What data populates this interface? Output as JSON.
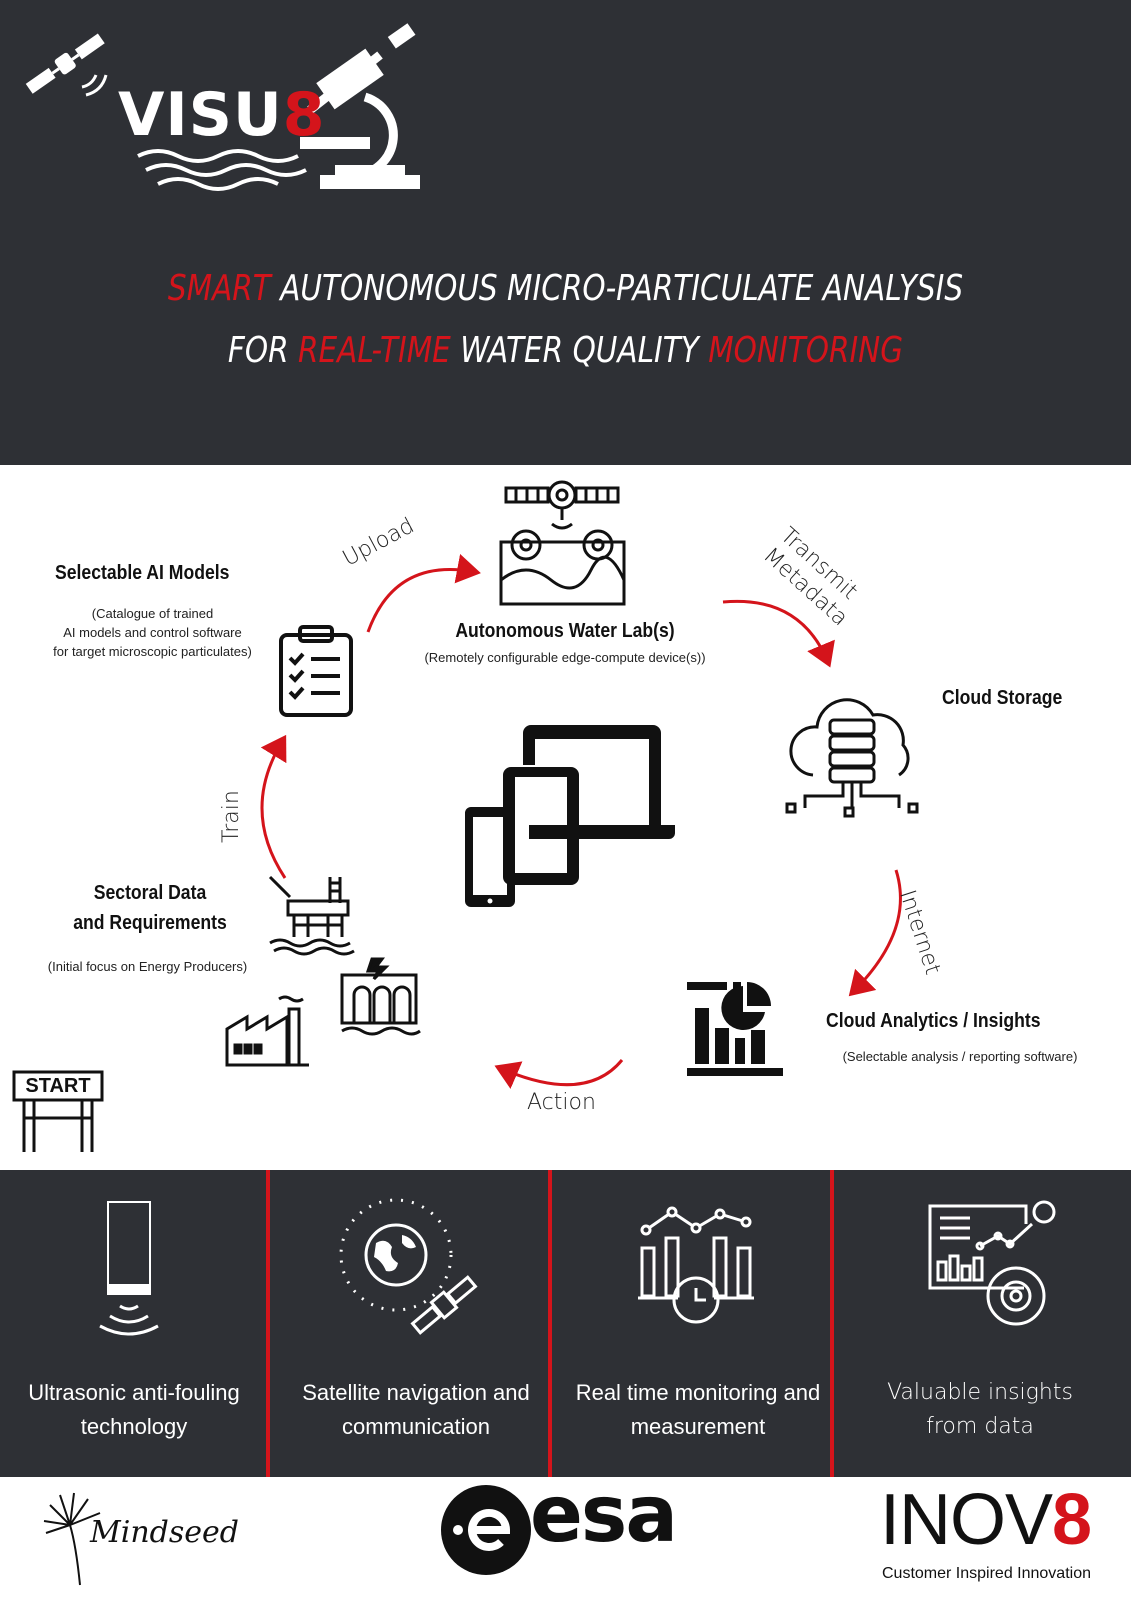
{
  "header": {
    "brand": "VISU",
    "brand_digit": "8",
    "headline_line1": {
      "red": "SMART",
      "white": " AUTONOMOUS MICRO-PARTICULATE ANALYSIS"
    },
    "headline_line2": {
      "white1": "FOR ",
      "red1": "REAL-TIME",
      "white2": " WATER QUALITY ",
      "red2": "MONITORING"
    }
  },
  "cycle": {
    "models": {
      "title": "Selectable AI Models",
      "sub1": "(Catalogue of trained",
      "sub2": "AI models and control software",
      "sub3": "for target microscopic particulates)"
    },
    "waterlab": {
      "title": "Autonomous Water Lab(s)",
      "sub": "(Remotely configurable edge-compute device(s))"
    },
    "storage": {
      "title": "Cloud Storage"
    },
    "analytics": {
      "title": "Cloud Analytics / Insights",
      "sub": "(Selectable analysis / reporting software)"
    },
    "sectoral": {
      "title1": "Sectoral Data",
      "title2": "and Requirements",
      "sub": "(Initial focus on Energy Producers)"
    },
    "start": "START",
    "arrows": {
      "upload": "Upload",
      "transmit": "Transmit",
      "metadata": "Metadata",
      "internet": "Internet",
      "action": "Action",
      "train": "Train"
    }
  },
  "features": [
    {
      "line1": "Ultrasonic anti-fouling",
      "line2": "technology",
      "icon": "ultrasonic-icon"
    },
    {
      "line1": "Satellite navigation and",
      "line2": "communication",
      "icon": "satellite-globe-icon"
    },
    {
      "line1": "Real time monitoring and",
      "line2": "measurement",
      "icon": "realtime-chart-icon"
    },
    {
      "line1": "Valuable insights",
      "line2": "from data",
      "icon": "insights-dashboard-icon"
    }
  ],
  "footer": {
    "mindseed": "Mindseed",
    "esa": "esa",
    "inov": "INOV",
    "inov_digit": "8",
    "inov_tagline": "Customer Inspired Innovation"
  },
  "colors": {
    "accent": "#d4141b",
    "dark": "#2e3035"
  }
}
